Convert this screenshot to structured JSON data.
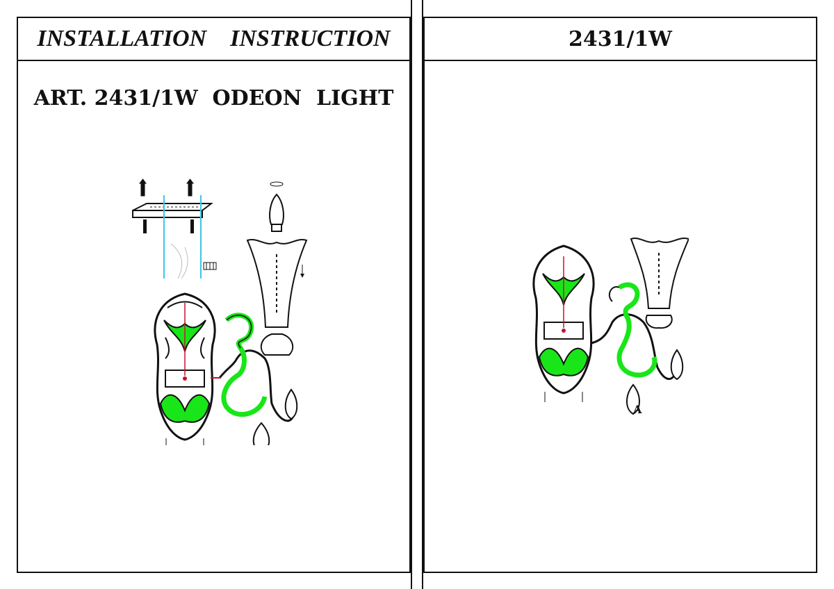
{
  "left_panel": {
    "title_part1": "INSTALLATION",
    "title_part2": "INSTRUCTION",
    "article_line": "ART. 2431/1W  ODEON  LIGHT"
  },
  "right_panel": {
    "title": "2431/1W",
    "part_label": "A"
  },
  "colors": {
    "line": "#111111",
    "leaf_fill": "#19e619",
    "wire_cyan": "#3fc6e6",
    "wire_red": "#c8102e",
    "accent_pink": "#d57cd5"
  },
  "icons": [
    "screw-icon",
    "mounting-bracket-icon",
    "bulb-icon",
    "wire-connector-icon"
  ]
}
